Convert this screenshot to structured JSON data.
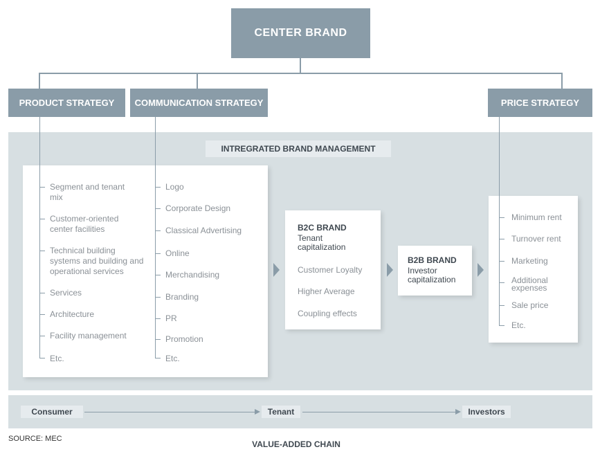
{
  "center_brand": "CENTER BRAND",
  "strategies": {
    "product": "PRODUCT STRATEGY",
    "communication": "COMMUNICATION STRATEGY",
    "price": "PRICE STRATEGY"
  },
  "integrated_label": "INTREGRATED BRAND MANAGEMENT",
  "product_items": [
    "Segment and tenant mix",
    "Customer-oriented center facilities",
    "Technical building systems and building and operational services",
    "Services",
    "Architecture",
    "Facility management",
    "Etc."
  ],
  "communication_items": [
    "Logo",
    "Corporate Design",
    "Classical Advertising",
    "Online",
    "Merchandising",
    "Branding",
    "PR",
    "Promotion",
    "Etc."
  ],
  "b2c": {
    "title": "B2C BRAND",
    "subtitle": "Tenant capitalization",
    "items": [
      "Customer Loyalty",
      "Higher Average",
      "Coupling effects"
    ]
  },
  "b2b": {
    "title": "B2B BRAND",
    "subtitle": "Investor capitalization"
  },
  "price_items": [
    "Minimum rent",
    "Turnover rent",
    "Marketing",
    "Additional expenses",
    "Sale price",
    "Etc."
  ],
  "chain": {
    "consumer": "Consumer",
    "tenant": "Tenant",
    "investors": "Investors"
  },
  "source": "SOURCE: MEC",
  "value_chain_label": "VALUE-ADDED CHAIN"
}
